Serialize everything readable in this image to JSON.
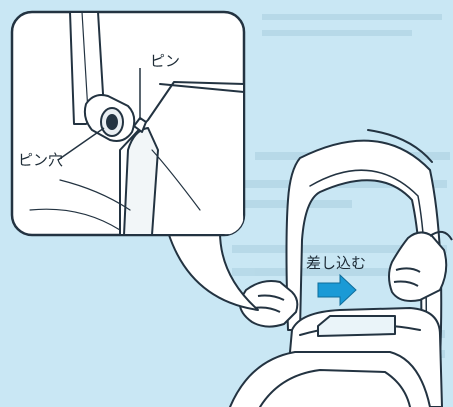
{
  "labels": {
    "pin": "ピン",
    "pin_hole": "ピン穴",
    "insert": "差し込む"
  },
  "colors": {
    "page_bg": "#c9e7f4",
    "line": "#233341",
    "arrow": "#1a9ad6",
    "callout_bg": "#ffffff"
  },
  "icons": {
    "arrow": "right-arrow-icon"
  }
}
